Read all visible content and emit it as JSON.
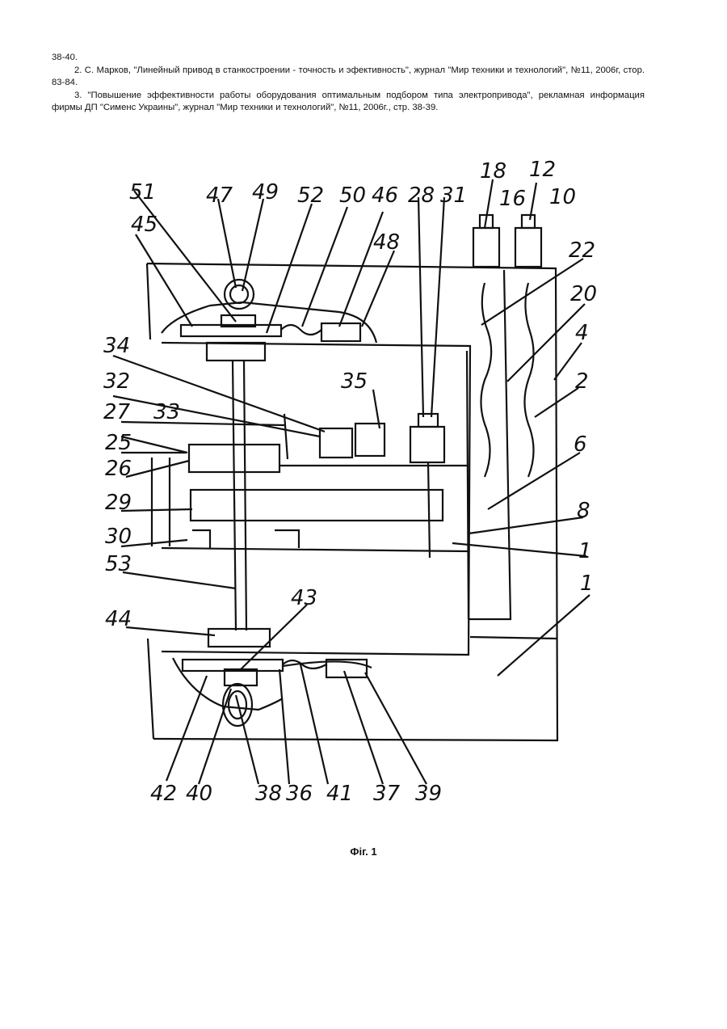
{
  "references": {
    "cont": "38-40.",
    "ref2": "2. С. Марков, \"Линейный привод в станкостроении - точность и эфективность\", журнал \"Мир техники и технологий\", №11, 2006г, стор. 83-84.",
    "ref3": "3. \"Повышение эффективности работы оборудования оптимальным подбором типа электропривода\", рекламная информация фирмы ДП \"Сименс Украины\", журнал \"Мир техники и технологий\", №11, 2006г., стр. 38-39."
  },
  "figure": {
    "caption": "Фіг. 1",
    "labels": [
      {
        "text": "51"
      },
      {
        "text": "47"
      },
      {
        "text": "49"
      },
      {
        "text": "52"
      },
      {
        "text": "50"
      },
      {
        "text": "46"
      },
      {
        "text": "28"
      },
      {
        "text": "31"
      },
      {
        "text": "18"
      },
      {
        "text": "16"
      },
      {
        "text": "12"
      },
      {
        "text": "10"
      },
      {
        "text": "45"
      },
      {
        "text": "48"
      },
      {
        "text": "22"
      },
      {
        "text": "20"
      },
      {
        "text": "4"
      },
      {
        "text": "34"
      },
      {
        "text": "35"
      },
      {
        "text": "2"
      },
      {
        "text": "32"
      },
      {
        "text": "33"
      },
      {
        "text": "27"
      },
      {
        "text": "25"
      },
      {
        "text": "26"
      },
      {
        "text": "6"
      },
      {
        "text": "29"
      },
      {
        "text": "8"
      },
      {
        "text": "30"
      },
      {
        "text": "1"
      },
      {
        "text": "53"
      },
      {
        "text": "43"
      },
      {
        "text": "1"
      },
      {
        "text": "44"
      },
      {
        "text": "42"
      },
      {
        "text": "40"
      },
      {
        "text": "38"
      },
      {
        "text": "36"
      },
      {
        "text": "41"
      },
      {
        "text": "37"
      },
      {
        "text": "39"
      }
    ]
  }
}
